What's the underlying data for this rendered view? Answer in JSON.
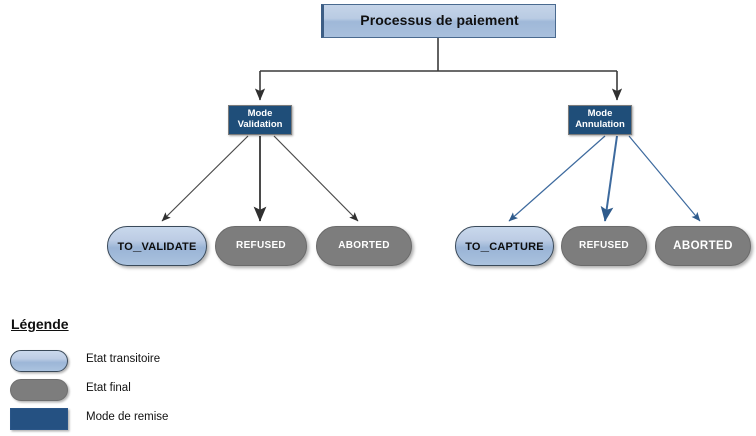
{
  "diagram": {
    "title": "Processus de paiement",
    "modes": [
      {
        "id": "validation",
        "line1": "Mode",
        "line2": "Validation"
      },
      {
        "id": "annulation",
        "line1": "Mode",
        "line2": "Annulation"
      }
    ],
    "states": [
      {
        "id": "to-validate",
        "label": "To_validate",
        "kind": "transitoire",
        "branch": "validation"
      },
      {
        "id": "refused-left",
        "label": "REFUSED",
        "kind": "final",
        "branch": "validation"
      },
      {
        "id": "aborted-left",
        "label": "ABORTED",
        "kind": "final",
        "branch": "validation"
      },
      {
        "id": "to-capture",
        "label": "To_capture",
        "kind": "transitoire",
        "branch": "annulation"
      },
      {
        "id": "refused-right",
        "label": "REFUSED",
        "kind": "final",
        "branch": "annulation"
      },
      {
        "id": "aborted-right",
        "label": "ABORTED",
        "kind": "final",
        "branch": "annulation"
      }
    ]
  },
  "legend": {
    "title": "Légende",
    "items": [
      {
        "swatch": "transient",
        "label": "Etat transitoire"
      },
      {
        "swatch": "final",
        "label": "Etat final"
      },
      {
        "swatch": "mode",
        "label": "Mode de remise"
      }
    ]
  },
  "colors": {
    "transient_fill": "#b9cbe3",
    "final_fill": "#7d7d7d",
    "mode_fill": "#1f4e79",
    "title_fill": "#b9cbe3",
    "arrow_gray": "#404040",
    "arrow_blue": "#36618f"
  }
}
